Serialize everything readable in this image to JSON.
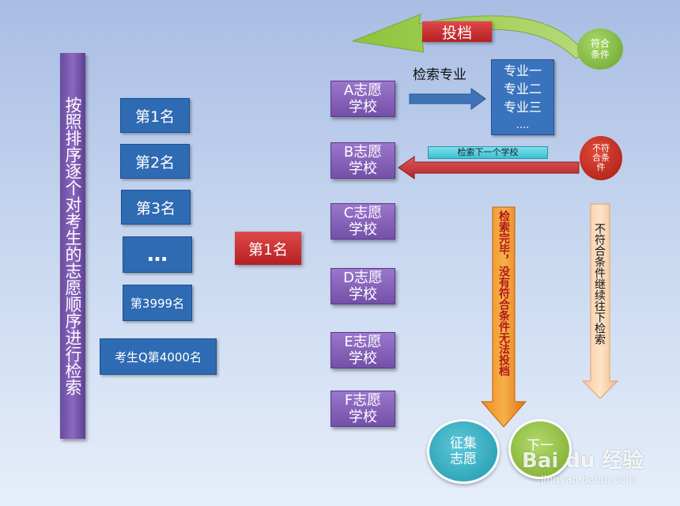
{
  "vertical_bar": "按照排序逐个对考生的志愿顺序进行检索",
  "ranks": [
    "第1名",
    "第2名",
    "第3名",
    "…",
    "第3999名",
    "考生Q第4000名"
  ],
  "current": "第1名",
  "schools": [
    [
      "A志愿",
      "学校"
    ],
    [
      "B志愿",
      "学校"
    ],
    [
      "C志愿",
      "学校"
    ],
    [
      "D志愿",
      "学校"
    ],
    [
      "E志愿",
      "学校"
    ],
    [
      "F志愿",
      "学校"
    ]
  ],
  "toudang": "投档",
  "fuhe": [
    "符合",
    "条件"
  ],
  "buhe": [
    "不符",
    "合条",
    "件"
  ],
  "search_major": "检索专业",
  "majors": [
    "专业一",
    "专业二",
    "专业三",
    "...."
  ],
  "next_school": "检索下一个学校",
  "no_match": "检索完毕，没有符合条件无法投档",
  "continue": "不符合条件继续往下检索",
  "zhengji": [
    "征集",
    "志愿"
  ],
  "xiayi": "下一",
  "watermark": {
    "logo": "Bai du 经验",
    "url": "jingyan.baidu.com"
  }
}
